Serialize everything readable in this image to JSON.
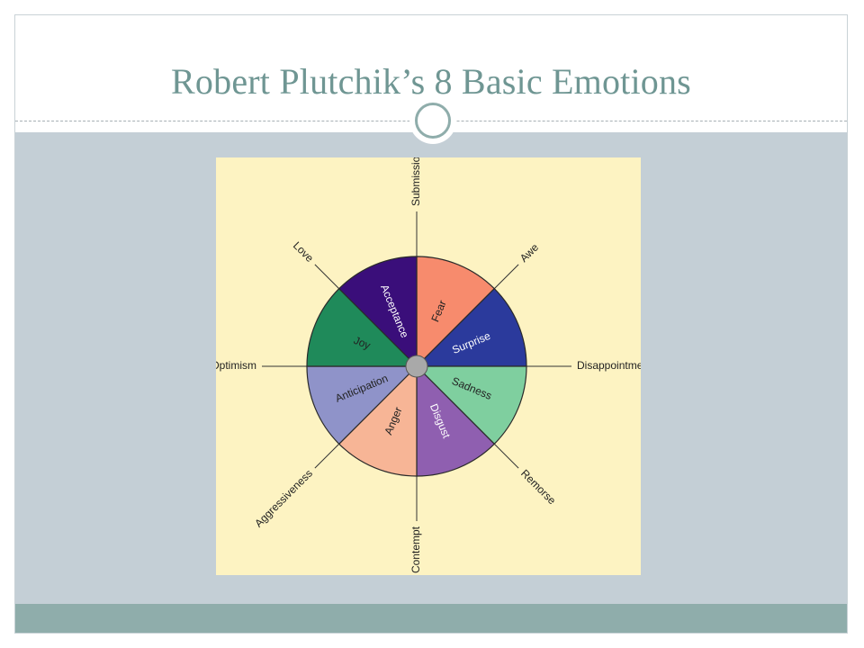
{
  "slide": {
    "title": "Robert Plutchik’s 8 Basic Emotions"
  },
  "colors": {
    "title": "#6f9693",
    "content_bg": "#c4cfd6",
    "footer": "#8fadab",
    "panel_bg": "#fdf3c2"
  },
  "wheel": {
    "basic_emotions": [
      {
        "label": "Fear",
        "color": "#f78b6d",
        "text_color": "#222222"
      },
      {
        "label": "Surprise",
        "color": "#2b3a9c",
        "text_color": "#ffffff"
      },
      {
        "label": "Sadness",
        "color": "#7fcf9f",
        "text_color": "#222222"
      },
      {
        "label": "Disgust",
        "color": "#8f5fb0",
        "text_color": "#ffffff"
      },
      {
        "label": "Anger",
        "color": "#f7b596",
        "text_color": "#222222"
      },
      {
        "label": "Anticipation",
        "color": "#8f93c9",
        "text_color": "#222222"
      },
      {
        "label": "Joy",
        "color": "#1f8a5a",
        "text_color": "#222222"
      },
      {
        "label": "Acceptance",
        "color": "#3a0e7a",
        "text_color": "#ffffff"
      }
    ],
    "dyads": [
      {
        "label": "Submission"
      },
      {
        "label": "Awe"
      },
      {
        "label": "Disappointment"
      },
      {
        "label": "Remorse"
      },
      {
        "label": "Contempt"
      },
      {
        "label": "Aggressiveness"
      },
      {
        "label": "Optimism"
      },
      {
        "label": "Love"
      }
    ]
  }
}
